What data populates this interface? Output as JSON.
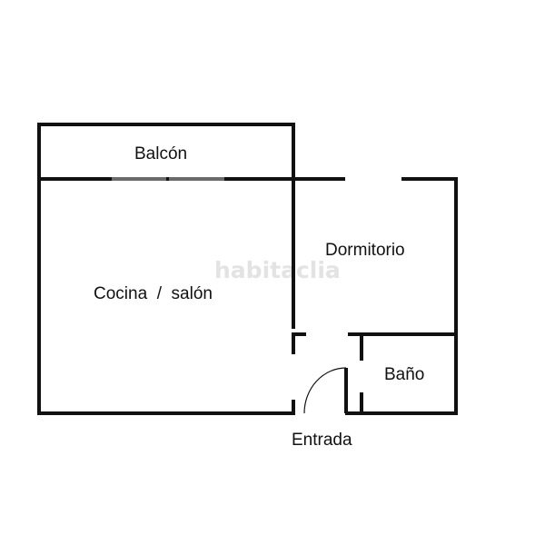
{
  "floorplan": {
    "rooms": {
      "balcon": "Balcón",
      "cocina_salon": "Cocina  /  salón",
      "dormitorio": "Dormitorio",
      "bano": "Baño",
      "entrada": "Entrada"
    },
    "watermark": "habitaclia",
    "colors": {
      "wall": "#111111",
      "background": "#ffffff",
      "watermark": "#e3e3e3"
    }
  }
}
